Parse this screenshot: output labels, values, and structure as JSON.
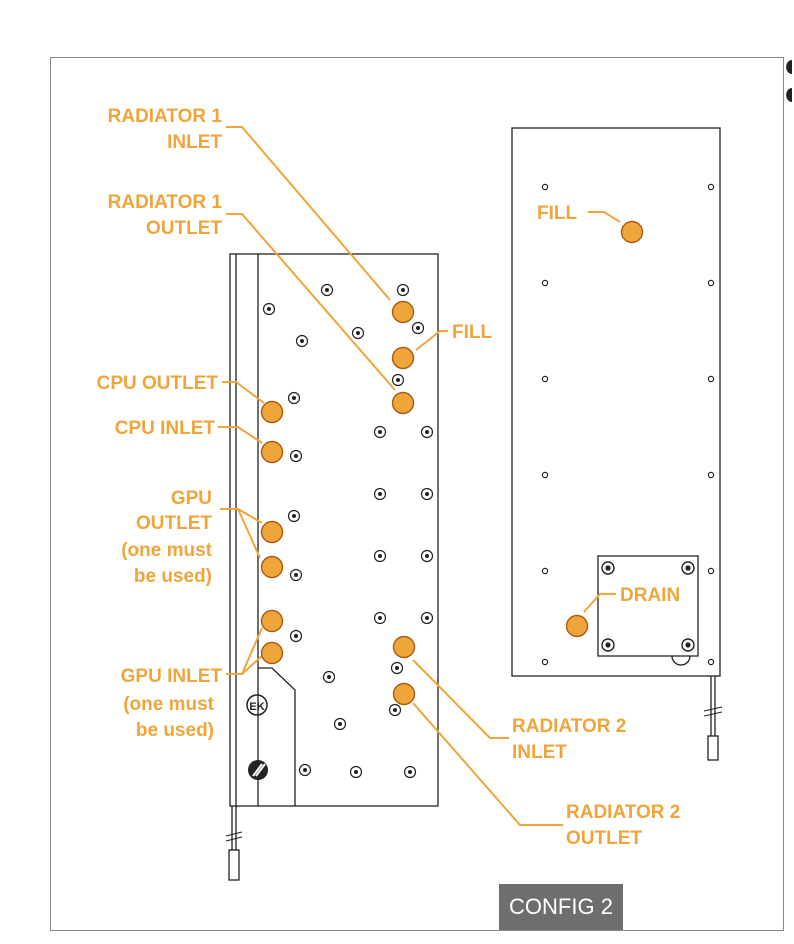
{
  "colors": {
    "port": "#F0A53A",
    "port_stroke": "#A85A10",
    "line": "#F0A53A",
    "outline": "#222222",
    "frame": "#8a8a8a",
    "badge": "#6e6e6e"
  },
  "labels": {
    "rad1_inlet": [
      "RADIATOR 1",
      "INLET"
    ],
    "rad1_outlet": [
      "RADIATOR 1",
      "OUTLET"
    ],
    "fill_left": "FILL",
    "cpu_outlet": "CPU OUTLET",
    "cpu_inlet": "CPU INLET",
    "gpu_outlet": [
      "GPU",
      "OUTLET",
      "(one must",
      "be used)"
    ],
    "gpu_inlet": [
      "GPU INLET",
      "(one must",
      "be used)"
    ],
    "rad2_inlet": [
      "RADIATOR 2",
      "INLET"
    ],
    "rad2_outlet": [
      "RADIATOR 2",
      "OUTLET"
    ],
    "fill_right": "FILL",
    "drain": "DRAIN"
  },
  "config_label": "CONFIG 2",
  "icons": [
    "ek-logo-icon",
    "brand-logo-icon",
    "connector-plug-icon"
  ]
}
